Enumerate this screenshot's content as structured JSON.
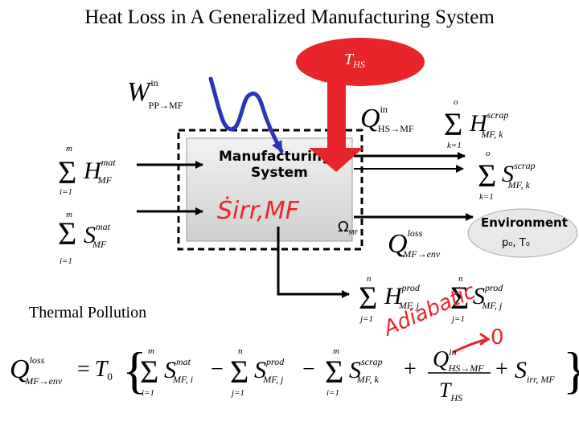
{
  "title": "Heat Loss in A Generalized Manufacturing System",
  "labels": {
    "ths": "T",
    "ths_sub": "HS",
    "ms_line1": "Manufacturing",
    "ms_line2": "System",
    "ms_omega": "Ω",
    "ms_omega_sub": "MF",
    "environment": "Environment",
    "env_props": "p₀, T₀",
    "thermal_pollution": "Thermal Pollution",
    "handwritten_sirr": "Ṡirr,MF",
    "handwritten_adiabatic": "Adiabatic",
    "handwritten_zero": "0"
  },
  "colors": {
    "red": "#e8252a",
    "blue": "#2b33b8",
    "box_gray": "#d9d9d9",
    "env_gray": "#e8e8e8"
  }
}
